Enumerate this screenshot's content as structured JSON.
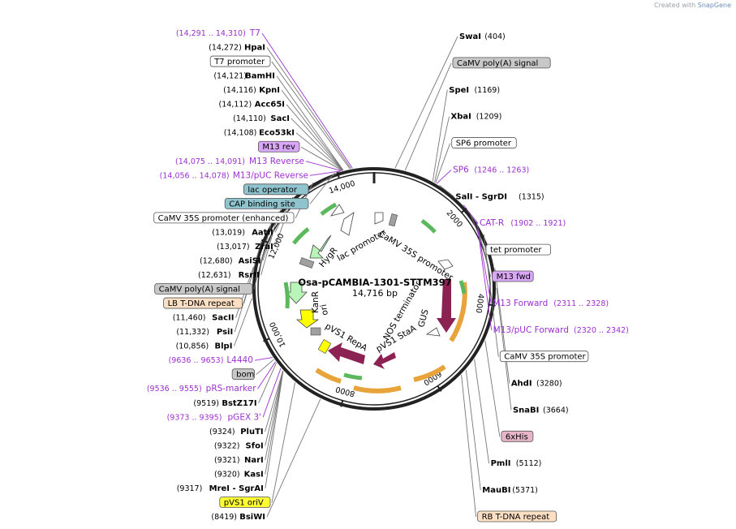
{
  "credit": {
    "prefix": "Created with",
    "brand": "SnapGene"
  },
  "plasmid": {
    "name": "Osa-pCAMBIA-1301-STTM397",
    "size": "14,716 bp"
  },
  "colors": {
    "primer": "#9b30d0",
    "site": "#000000",
    "feature_dark": "#8b2252",
    "orange": "#e8a33a",
    "green": "#5cb85c",
    "yellow": "#ffff00"
  },
  "ticks": [
    {
      "label": "2000",
      "value": 2000
    },
    {
      "label": "4000",
      "value": 4000
    },
    {
      "label": "6000",
      "value": 6000
    },
    {
      "label": "8000",
      "value": 8000
    },
    {
      "label": "10,000",
      "value": 10000
    },
    {
      "label": "12,000",
      "value": 12000
    },
    {
      "label": "14,000",
      "value": 14000
    }
  ],
  "inner_labels": [
    "lac promoter",
    "CaMV 35S promoter",
    "HygR",
    "KanR",
    "ori",
    "pVS1 RepA",
    "pVS1 StaA",
    "NOS terminator",
    "GUS"
  ],
  "labels": [
    {
      "name": "T7 promoter",
      "type": "box",
      "color": "#ffffff",
      "pos": 14250
    },
    {
      "pre": "(14,291 .. 14,310)",
      "name": "T7",
      "type": "primer",
      "pos": 14300
    },
    {
      "pre": "(14,272)",
      "name": "HpaI",
      "type": "site",
      "pos": 14272
    },
    {
      "pre": "(14,121)",
      "name": "BamHI",
      "type": "site",
      "pos": 14121
    },
    {
      "pre": "(14,116)",
      "name": "KpnI",
      "type": "site",
      "pos": 14116
    },
    {
      "pre": "(14,112)",
      "name": "Acc65I",
      "type": "site",
      "pos": 14112
    },
    {
      "pre": "(14,110)",
      "name": "SacI",
      "type": "site",
      "pos": 14110
    },
    {
      "pre": "(14,108)",
      "name": "Eco53kI",
      "type": "site",
      "pos": 14108
    },
    {
      "name": "M13 rev",
      "type": "box",
      "color": "#d9a7f5",
      "pos": 14100
    },
    {
      "pre": "(14,075 .. 14,091)",
      "name": "M13 Reverse",
      "type": "primer",
      "pos": 14083
    },
    {
      "name": "lac operator",
      "type": "box",
      "color": "#8fc3cd",
      "pos": 14060
    },
    {
      "pre": "(14,056 .. 14,078)",
      "name": "M13/pUC Reverse",
      "type": "primer",
      "pos": 14067
    },
    {
      "name": "CAP binding site",
      "type": "box",
      "color": "#8fc3cd",
      "pos": 13950
    },
    {
      "name": "CaMV 35S promoter (enhanced)",
      "type": "box",
      "color": "#ffffff",
      "pos": 13500
    },
    {
      "pre": "(13,019)",
      "name": "AatII",
      "type": "site",
      "pos": 13019
    },
    {
      "pre": "(13,017)",
      "name": "ZraI",
      "type": "site",
      "pos": 13017
    },
    {
      "pre": "(12,680)",
      "name": "AsiSI",
      "type": "site",
      "pos": 12680
    },
    {
      "pre": "(12,631)",
      "name": "RsrII",
      "type": "site",
      "pos": 12631
    },
    {
      "name": "CaMV poly(A) signal",
      "type": "box",
      "color": "#c8c8c8",
      "pos": 12400
    },
    {
      "name": "LB T-DNA repeat",
      "type": "box",
      "color": "#fde0c4",
      "pos": 12000
    },
    {
      "pre": "(11,460)",
      "name": "SacII",
      "type": "site",
      "pos": 11460
    },
    {
      "pre": "(11,332)",
      "name": "PsiI",
      "type": "site",
      "pos": 11332
    },
    {
      "pre": "(10,856)",
      "name": "BlpI",
      "type": "site",
      "pos": 10856
    },
    {
      "pre": "(9636 .. 9653)",
      "name": "L4440",
      "type": "primer",
      "pos": 9645
    },
    {
      "name": "bom",
      "type": "box",
      "color": "#c8c8c8",
      "pos": 9600
    },
    {
      "pre": "(9536 .. 9555)",
      "name": "pRS-marker",
      "type": "primer",
      "pos": 9546
    },
    {
      "pre": "(9519)",
      "name": "BstZ17I",
      "type": "site",
      "pos": 9519
    },
    {
      "pre": "(9373 .. 9395)",
      "name": "pGEX 3'",
      "type": "primer",
      "pos": 9384
    },
    {
      "pre": "(9324)",
      "name": "PluTI",
      "type": "site",
      "pos": 9324
    },
    {
      "pre": "(9322)",
      "name": "SfoI",
      "type": "site",
      "pos": 9322
    },
    {
      "pre": "(9321)",
      "name": "NarI",
      "type": "site",
      "pos": 9321
    },
    {
      "pre": "(9320)",
      "name": "KasI",
      "type": "site",
      "pos": 9320
    },
    {
      "pre": "(9317)",
      "name": "MreI - SgrAI",
      "type": "site",
      "pos": 9317
    },
    {
      "name": "pVS1 oriV",
      "type": "box",
      "color": "#ffff33",
      "pos": 9000
    },
    {
      "pre": "(8419)",
      "name": "BsiWI",
      "type": "site",
      "pos": 8419
    },
    {
      "name": "SwaI",
      "post": "(404)",
      "type": "site",
      "pos": 404
    },
    {
      "name": "CaMV poly(A) signal",
      "type": "box",
      "color": "#c8c8c8",
      "pos": 600
    },
    {
      "name": "SpeI",
      "post": "(1169)",
      "type": "site",
      "pos": 1169
    },
    {
      "name": "XbaI",
      "post": "(1209)",
      "type": "site",
      "pos": 1209
    },
    {
      "name": "SP6 promoter",
      "type": "box",
      "color": "#ffffff",
      "pos": 1230
    },
    {
      "name": "SP6",
      "post": "(1246 .. 1263)",
      "type": "primer",
      "pos": 1255
    },
    {
      "name": "SalI - SgrDI",
      "post": "(1315)",
      "type": "site",
      "pos": 1315
    },
    {
      "name": "CAT-R",
      "post": "(1902 .. 1921)",
      "type": "primer",
      "pos": 1911
    },
    {
      "name": "tet promoter",
      "type": "box",
      "color": "#ffffff",
      "pos": 2100
    },
    {
      "name": "M13 fwd",
      "type": "box",
      "color": "#d9a7f5",
      "pos": 2300
    },
    {
      "name": "M13 Forward",
      "post": "(2311 .. 2328)",
      "type": "primer",
      "pos": 2319
    },
    {
      "name": "M13/pUC Forward",
      "post": "(2320 .. 2342)",
      "type": "primer",
      "pos": 2331
    },
    {
      "name": "CaMV 35S promoter",
      "type": "box",
      "color": "#ffffff",
      "pos": 2600
    },
    {
      "name": "AhdI",
      "post": "(3280)",
      "type": "site",
      "pos": 3280
    },
    {
      "name": "SnaBI",
      "post": "(3664)",
      "type": "site",
      "pos": 3664
    },
    {
      "name": "6xHis",
      "type": "box",
      "color": "#e8b4c8",
      "pos": 4700
    },
    {
      "name": "PmlI",
      "post": "(5112)",
      "type": "site",
      "pos": 5112
    },
    {
      "name": "MauBI",
      "post": "(5371)",
      "type": "site",
      "pos": 5371
    },
    {
      "name": "RB T-DNA repeat",
      "type": "box",
      "color": "#fde0c4",
      "pos": 5500
    }
  ]
}
